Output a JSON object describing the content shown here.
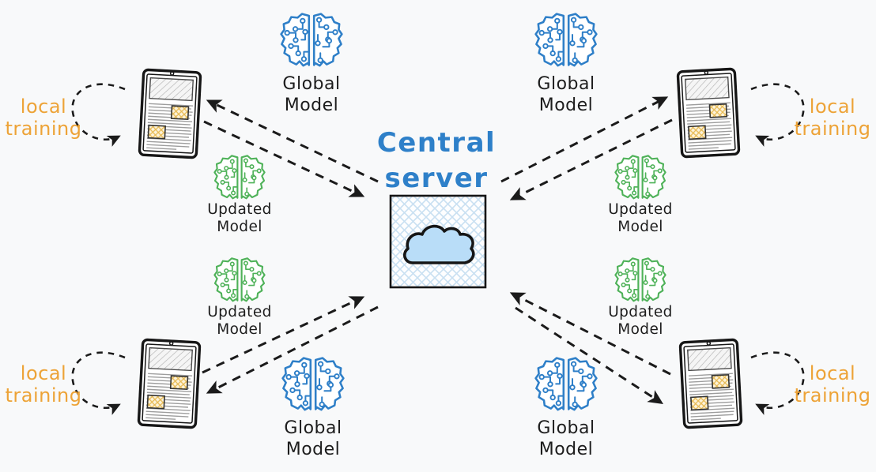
{
  "central_server": {
    "label_line1": "Central",
    "label_line2": "server",
    "icon": "cloud-icon"
  },
  "global_model": {
    "label_line1": "Global",
    "label_line2": "Model",
    "icon": "brain-circuit-icon",
    "color": "#2E7FC8"
  },
  "updated_model": {
    "label_line1": "Updated",
    "label_line2": "Model",
    "icon": "brain-circuit-icon",
    "color": "#4FB259"
  },
  "local_training": {
    "label_line1": "local",
    "label_line2": "training",
    "color": "#EDA337"
  },
  "clients": {
    "count": 4,
    "icon": "tablet-document-icon"
  },
  "colors": {
    "background": "#F8F9FA",
    "ink": "#1B1B1B",
    "central_text_blue": "#2E80C9",
    "cloud_fill": "#B9DDF8",
    "server_hatch_blue": "#C9E0F2",
    "document_hatch_orange": "#E8BB54"
  }
}
